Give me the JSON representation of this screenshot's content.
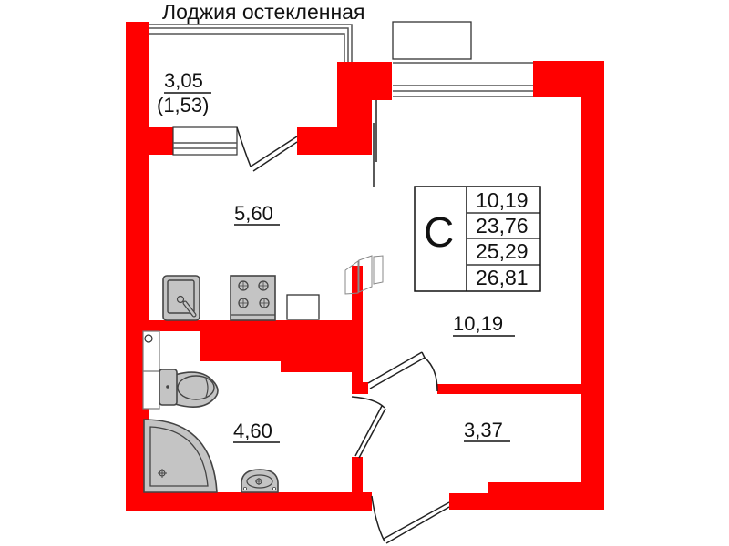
{
  "title": "Лоджия остекленная",
  "colors": {
    "wall": "#ff0000",
    "fixture": "#c4c4c4",
    "line": "#555555",
    "text": "#111111",
    "background": "#ffffff"
  },
  "rooms": [
    {
      "id": "loggia",
      "area": "3,05",
      "sub_area": "(1,53)",
      "label": "Лоджия остекленная"
    },
    {
      "id": "kitchen",
      "area": "5,60"
    },
    {
      "id": "living-room",
      "area": "10,19"
    },
    {
      "id": "bathroom",
      "area": "4,60"
    },
    {
      "id": "hallway",
      "area": "3,37"
    }
  ],
  "legend": {
    "type_letter": "C",
    "values": [
      "10,19",
      "23,76",
      "25,29",
      "26,81"
    ]
  },
  "fixtures": [
    "sink",
    "stove",
    "counter",
    "toilet",
    "corner-shower",
    "washbasin",
    "towel-rail"
  ]
}
